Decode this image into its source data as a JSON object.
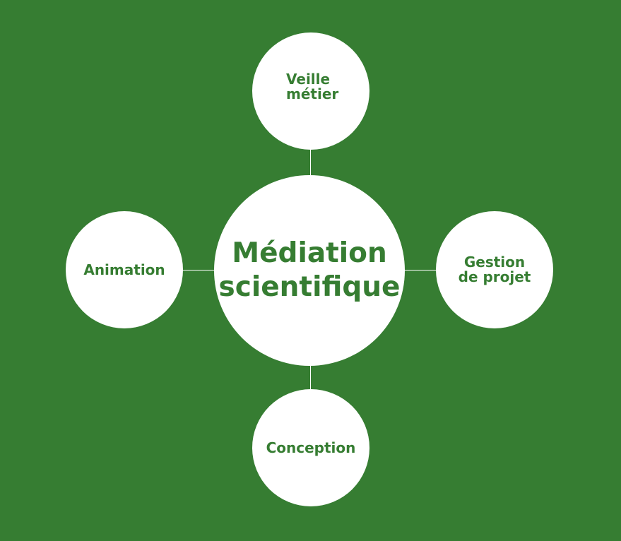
{
  "colors": {
    "background": "#367D32",
    "node_fill": "#FFFFFF",
    "text": "#367D32",
    "connector": "#FFFFFF"
  },
  "center": {
    "line1": "Médiation",
    "line2": "scientifique"
  },
  "nodes": {
    "top": {
      "line1": "Veille",
      "line2": "métier"
    },
    "left": {
      "line1": "Animation"
    },
    "right": {
      "line1": "Gestion",
      "line2": "de projet"
    },
    "bottom": {
      "line1": "Conception"
    }
  }
}
